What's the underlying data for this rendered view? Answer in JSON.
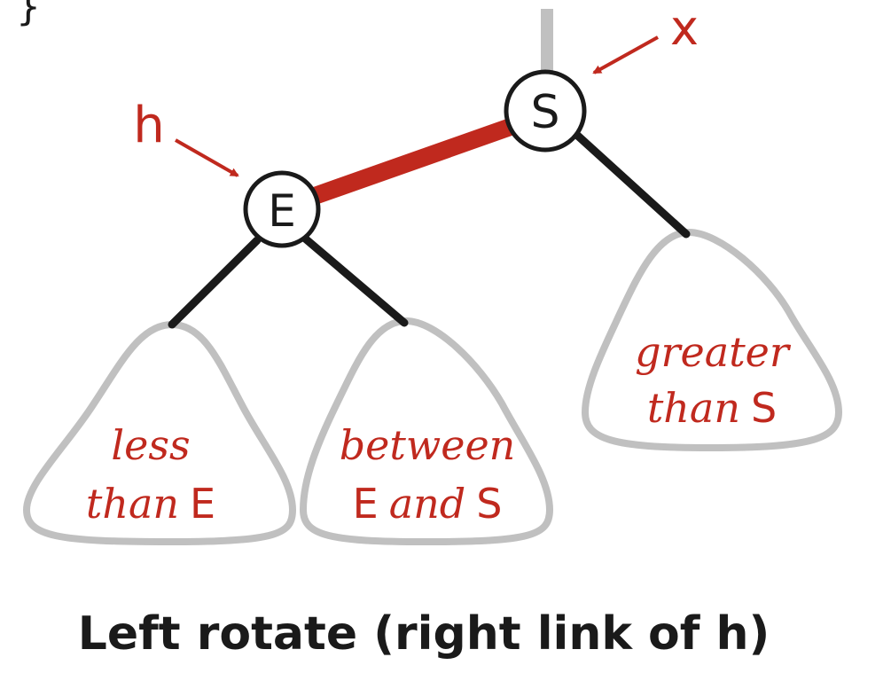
{
  "colors": {
    "red": "#c0291e",
    "black": "#1a1a1a",
    "gray": "#c0c0c0",
    "white": "#ffffff"
  },
  "top_glyph": "}",
  "nodes": {
    "S": {
      "key": "S"
    },
    "E": {
      "key": "E"
    }
  },
  "pointers": {
    "x": "x",
    "h": "h"
  },
  "subtrees": {
    "less": {
      "line1": "less",
      "line2_italic": "than",
      "line2_key": "E"
    },
    "between": {
      "line1": "between",
      "line2_key_a": "E",
      "line2_italic": "and",
      "line2_key_b": "S"
    },
    "greater": {
      "line1": "greater",
      "line2_italic": "than",
      "line2_key": "S"
    }
  },
  "caption": "Left rotate (right link of h)"
}
